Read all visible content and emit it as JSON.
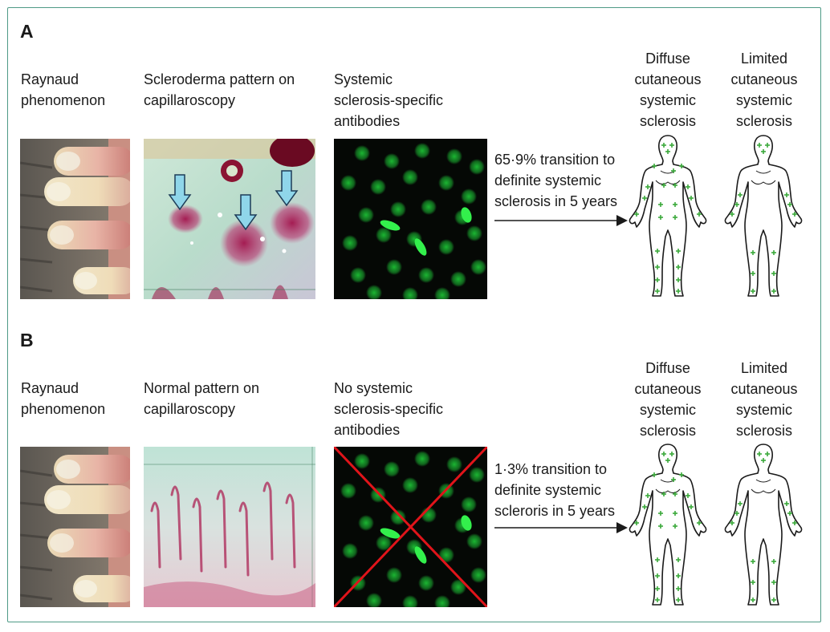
{
  "panel_a": {
    "letter": "A",
    "col1": [
      "Raynaud",
      "phenomenon"
    ],
    "col2": [
      "Scleroderma pattern on",
      "capillaroscopy"
    ],
    "col3": [
      "Systemic",
      "sclerosis-specific",
      "antibodies"
    ],
    "transition": [
      "65·9% transition to",
      "definite systemic",
      "sclerosis in 5 years"
    ],
    "diffuse": [
      "Diffuse",
      "cutaneous",
      "systemic",
      "sclerosis"
    ],
    "limited": [
      "Limited",
      "cutaneous",
      "systemic",
      "sclerosis"
    ]
  },
  "panel_b": {
    "letter": "B",
    "col1": [
      "Raynaud",
      "phenomenon"
    ],
    "col2": [
      "Normal pattern on",
      "capillaroscopy"
    ],
    "col3": [
      "No systemic",
      "sclerosis-specific",
      "antibodies"
    ],
    "transition": [
      "1·3% transition to",
      "definite systemic",
      "scleroris in 5 years"
    ],
    "diffuse": [
      "Diffuse",
      "cutaneous",
      "systemic",
      "sclerosis"
    ],
    "limited": [
      "Limited",
      "cutaneous",
      "systemic",
      "sclerosis"
    ]
  },
  "colors": {
    "frame": "#4e9a86",
    "antibody_green": "#1fd43a",
    "cross_red": "#e0141a",
    "marker_green": "#3aa83a",
    "arrow_marker": "#8fd6ea"
  },
  "icons": {
    "raynaud_photo": "raynaud-fingers-photo",
    "capillaroscopy_abnormal": "scleroderma-capillaroscopy-photo",
    "capillaroscopy_normal": "normal-capillaroscopy-photo",
    "antibody_stain": "antinuclear-antibody-fluorescence-photo",
    "body_outline": "human-body-outline-icon"
  }
}
